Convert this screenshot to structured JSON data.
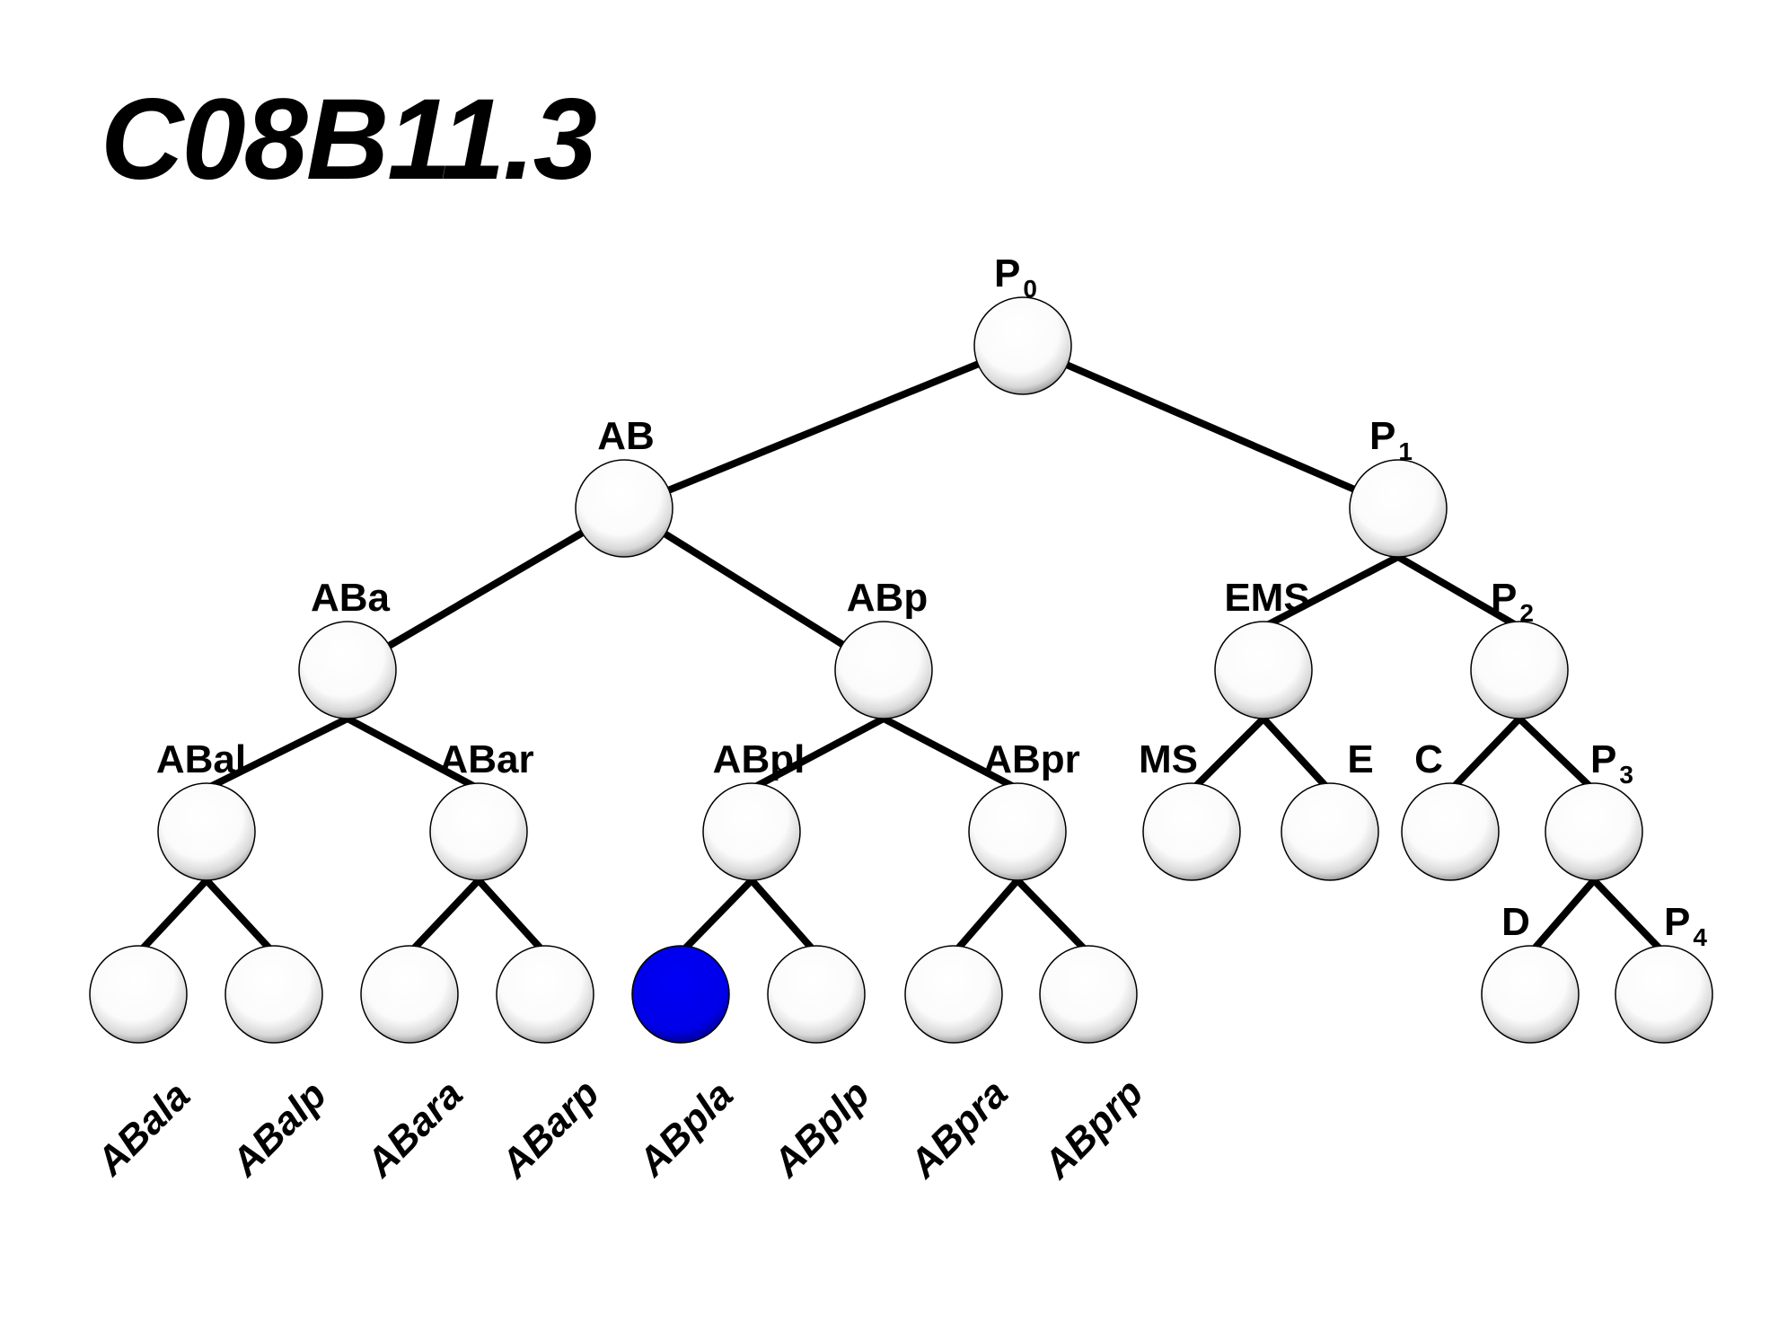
{
  "title": "C08B11.3",
  "highlight_color": "#0000ee",
  "node_color": "#ffffff",
  "tree": {
    "nodes": [
      {
        "id": "P0",
        "label": "P",
        "sub": "0",
        "parent": null
      },
      {
        "id": "AB",
        "label": "AB",
        "sub": "",
        "parent": "P0"
      },
      {
        "id": "P1",
        "label": "P",
        "sub": "1",
        "parent": "P0"
      },
      {
        "id": "ABa",
        "label": "ABa",
        "sub": "",
        "parent": "AB"
      },
      {
        "id": "ABp",
        "label": "ABp",
        "sub": "",
        "parent": "AB"
      },
      {
        "id": "EMS",
        "label": "EMS",
        "sub": "",
        "parent": "P1"
      },
      {
        "id": "P2",
        "label": "P",
        "sub": "2",
        "parent": "P1"
      },
      {
        "id": "ABal",
        "label": "ABal",
        "sub": "",
        "parent": "ABa"
      },
      {
        "id": "ABar",
        "label": "ABar",
        "sub": "",
        "parent": "ABa"
      },
      {
        "id": "ABpl",
        "label": "ABpl",
        "sub": "",
        "parent": "ABp"
      },
      {
        "id": "ABpr",
        "label": "ABpr",
        "sub": "",
        "parent": "ABp"
      },
      {
        "id": "MS",
        "label": "MS",
        "sub": "",
        "parent": "EMS"
      },
      {
        "id": "E",
        "label": "E",
        "sub": "",
        "parent": "EMS"
      },
      {
        "id": "C",
        "label": "C",
        "sub": "",
        "parent": "P2"
      },
      {
        "id": "P3",
        "label": "P",
        "sub": "3",
        "parent": "P2"
      },
      {
        "id": "ABala",
        "label": "ABala",
        "sub": "",
        "parent": "ABal",
        "leaf": true
      },
      {
        "id": "ABalp",
        "label": "ABalp",
        "sub": "",
        "parent": "ABal",
        "leaf": true
      },
      {
        "id": "ABara",
        "label": "ABara",
        "sub": "",
        "parent": "ABar",
        "leaf": true
      },
      {
        "id": "ABarp",
        "label": "ABarp",
        "sub": "",
        "parent": "ABar",
        "leaf": true
      },
      {
        "id": "ABpla",
        "label": "ABpla",
        "sub": "",
        "parent": "ABpl",
        "leaf": true,
        "highlighted": true
      },
      {
        "id": "ABplp",
        "label": "ABplp",
        "sub": "",
        "parent": "ABpl",
        "leaf": true
      },
      {
        "id": "ABpra",
        "label": "ABpra",
        "sub": "",
        "parent": "ABpr",
        "leaf": true
      },
      {
        "id": "ABprp",
        "label": "ABprp",
        "sub": "",
        "parent": "ABpr",
        "leaf": true
      },
      {
        "id": "D",
        "label": "D",
        "sub": "",
        "parent": "P3"
      },
      {
        "id": "P4",
        "label": "P",
        "sub": "4",
        "parent": "P3"
      }
    ]
  }
}
